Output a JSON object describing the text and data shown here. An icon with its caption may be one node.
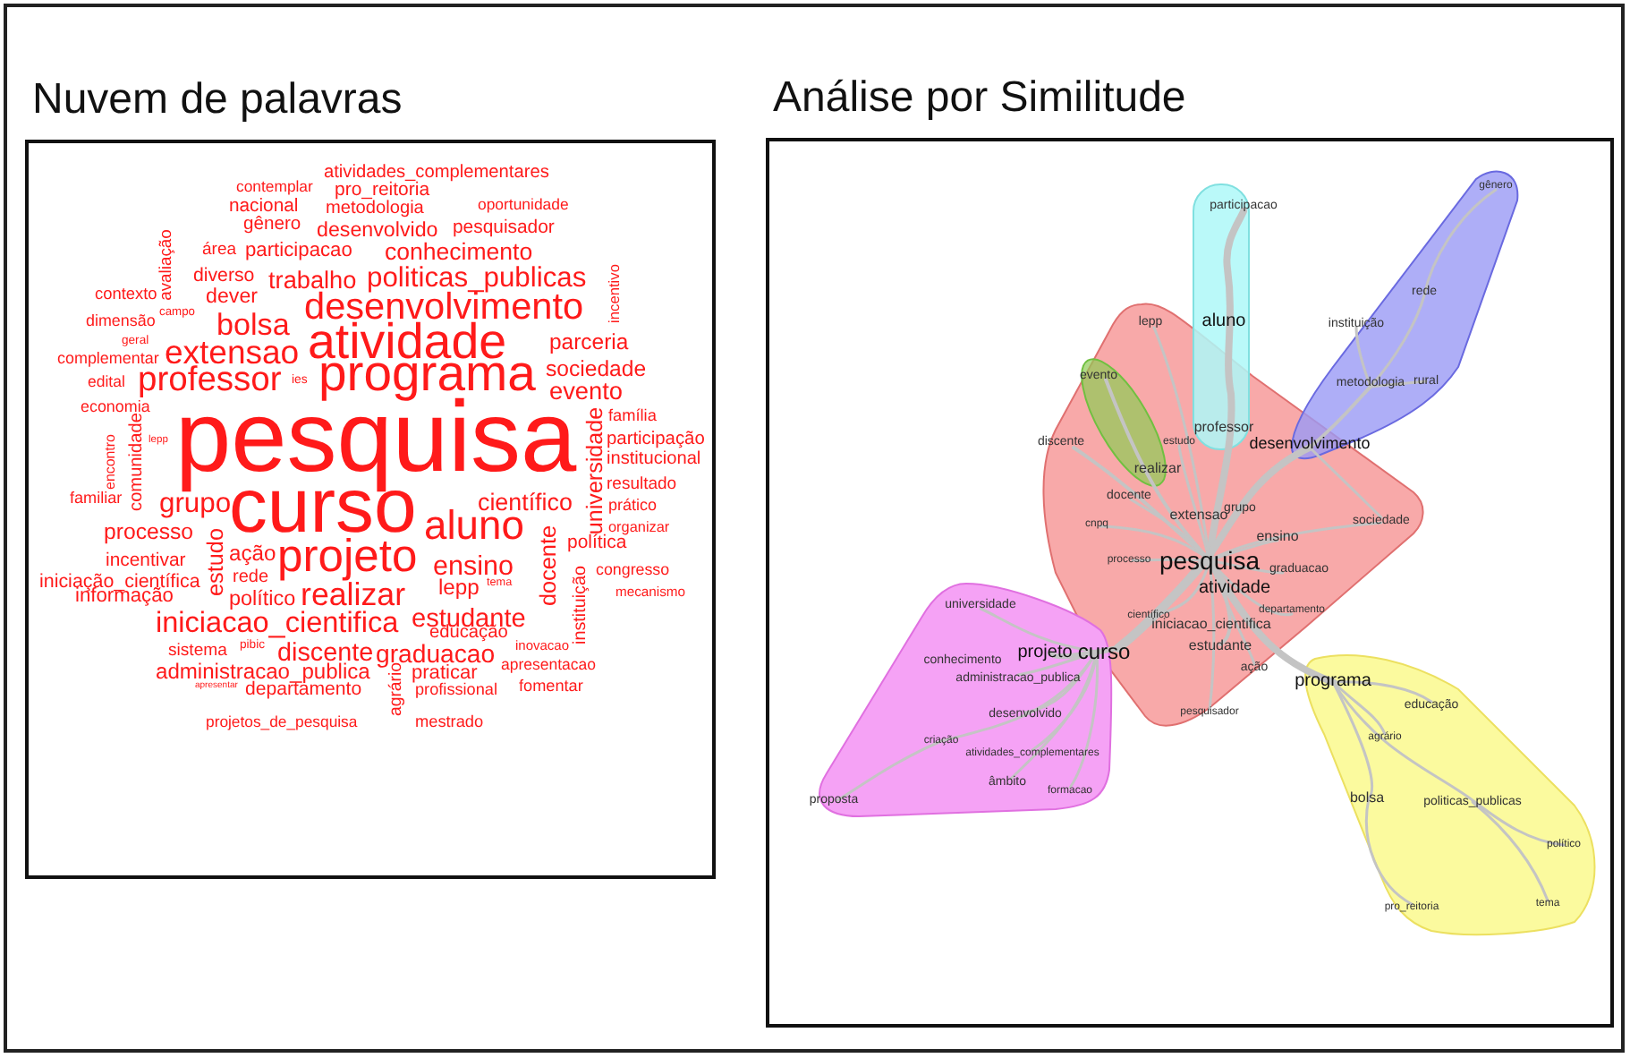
{
  "diagram": {
    "nodes": [
      {
        "text": [
          "Nuvem de palavras"
        ]
      },
      {
        "text": [
          "Análise por Similitude"
        ]
      }
    ],
    "labels": [
      "atividades_complementares",
      "contemplar",
      "pro_reitoria",
      "nacional",
      "metodologia",
      "oportunidade",
      "gênero",
      "desenvolvido",
      "pesquisador",
      "avaliação",
      "área",
      "participacao",
      "conhecimento",
      "incentivo",
      "diverso",
      "trabalho",
      "politicas_publicas",
      "contexto",
      "dever",
      "campo",
      "desenvolvimento",
      "dimensão",
      "bolsa",
      "atividade",
      "parceria",
      "geral",
      "complementar",
      "extensao",
      "programa",
      "sociedade",
      "edital",
      "professor",
      "ies",
      "evento",
      "economia",
      "comunidade",
      "encontro",
      "lepp",
      "pesquisa",
      "família",
      "participação",
      "universidade",
      "institucional",
      "familiar",
      "grupo",
      "curso",
      "científico",
      "resultado",
      "prático",
      "processo",
      "estudo",
      "aluno",
      "docente",
      "organizar",
      "incentivar",
      "ação",
      "projeto",
      "ensino",
      "política",
      "congresso",
      "iniciação_científica",
      "rede",
      "lepp",
      "tema",
      "informação",
      "político",
      "realizar",
      "mecanismo",
      "instituição",
      "iniciacao_cientifica",
      "estudante",
      "educação",
      "sistema",
      "pibic",
      "discente",
      "graduacao",
      "inovacao",
      "administracao_publica",
      "agrário",
      "praticar",
      "apresentacao",
      "apresentar",
      "departamento",
      "profissional",
      "fomentar",
      "projetos_de_pesquisa",
      "mestrado",
      "gênero",
      "participacao",
      "rede",
      "lepp",
      "aluno",
      "instituição",
      "evento",
      "metodologia",
      "rural",
      "professor",
      "discente",
      "estudo",
      "desenvolvimento",
      "realizar",
      "docente",
      "grupo",
      "extensao",
      "sociedade",
      "cnpq",
      "ensino",
      "processo",
      "pesquisa",
      "graduacao",
      "atividade",
      "universidade",
      "departamento",
      "científico",
      "iniciacao_cientifica",
      "estudante",
      "ação",
      "projeto",
      "curso",
      "conhecimento",
      "administracao_publica",
      "programa",
      "educação",
      "agrário",
      "desenvolvido",
      "pesquisador",
      "criação",
      "atividades_complementares",
      "âmbito",
      "formacao",
      "proposta",
      "bolsa",
      "politicas_publicas",
      "político",
      "tema",
      "pro_reitoria"
    ]
  }
}
